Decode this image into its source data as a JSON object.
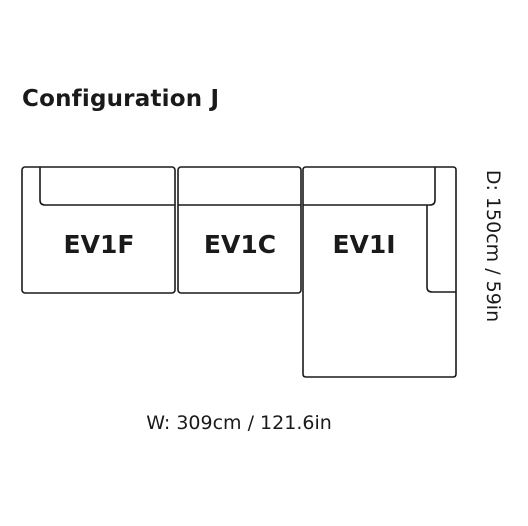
{
  "title": "Configuration J",
  "modules": [
    {
      "code": "EV1F"
    },
    {
      "code": "EV1C"
    },
    {
      "code": "EV1I"
    }
  ],
  "dimensions": {
    "width": "W: 309cm / 121.6in",
    "depth": "D: 150cm / 59in"
  },
  "colors": {
    "stroke": "#1a1a1a",
    "background": "#ffffff"
  }
}
